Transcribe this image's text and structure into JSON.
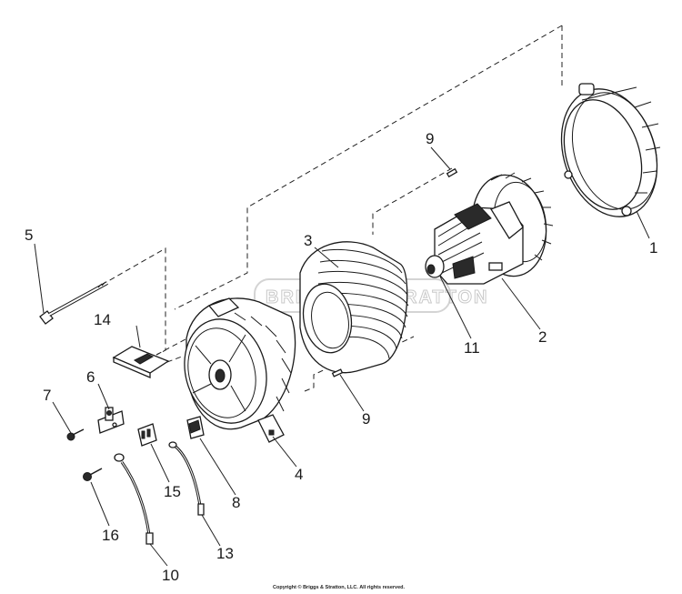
{
  "callouts": {
    "c1": "1",
    "c2": "2",
    "c3": "3",
    "c4": "4",
    "c5": "5",
    "c6": "6",
    "c7": "7",
    "c8": "8",
    "c9a": "9",
    "c9b": "9",
    "c10": "10",
    "c11": "11",
    "c13": "13",
    "c14": "14",
    "c15": "15",
    "c16": "16"
  },
  "watermark": "BRIGGS & STRATTON",
  "copyright": "Copyright © Briggs & Stratton, LLC. All rights reserved."
}
